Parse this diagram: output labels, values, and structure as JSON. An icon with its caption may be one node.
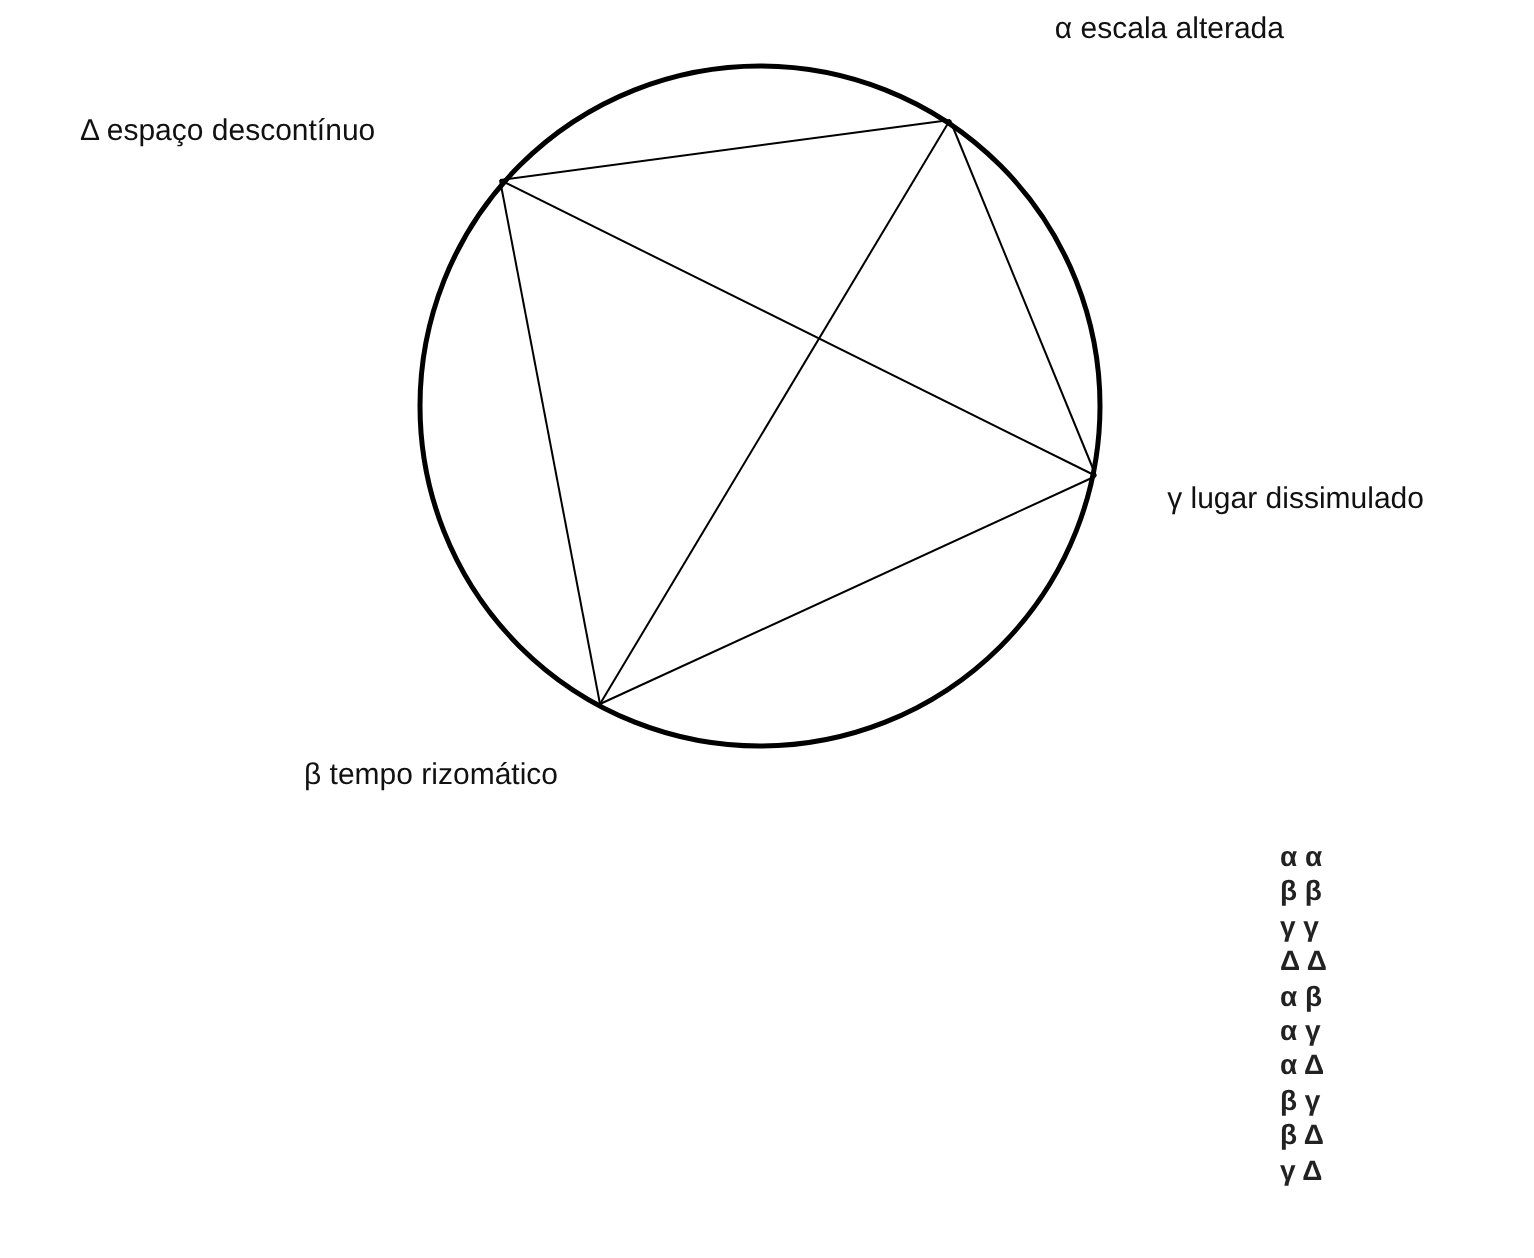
{
  "diagram": {
    "nodes": [
      {
        "text": [
          "α escala alterada"
        ]
      },
      {
        "text": [
          "Δ espaço descontínuo"
        ]
      },
      {
        "text": [
          "γ lugar dissimulado"
        ]
      },
      {
        "text": [
          "β tempo rizomático"
        ]
      }
    ],
    "edges": [
      {
        "from": 1,
        "to": 0,
        "arrow": "none"
      },
      {
        "from": 0,
        "to": 2,
        "arrow": "none"
      },
      {
        "from": 2,
        "to": 3,
        "arrow": "none"
      },
      {
        "from": 3,
        "to": 1,
        "arrow": "none"
      },
      {
        "from": 1,
        "to": 2,
        "arrow": "none"
      },
      {
        "from": 0,
        "to": 3,
        "arrow": "none"
      }
    ],
    "labels": [
      "α α",
      "β β",
      "γ γ",
      "Δ Δ",
      "α β",
      "α γ",
      "α Δ",
      "β γ",
      "β Δ",
      "γ Δ"
    ]
  }
}
